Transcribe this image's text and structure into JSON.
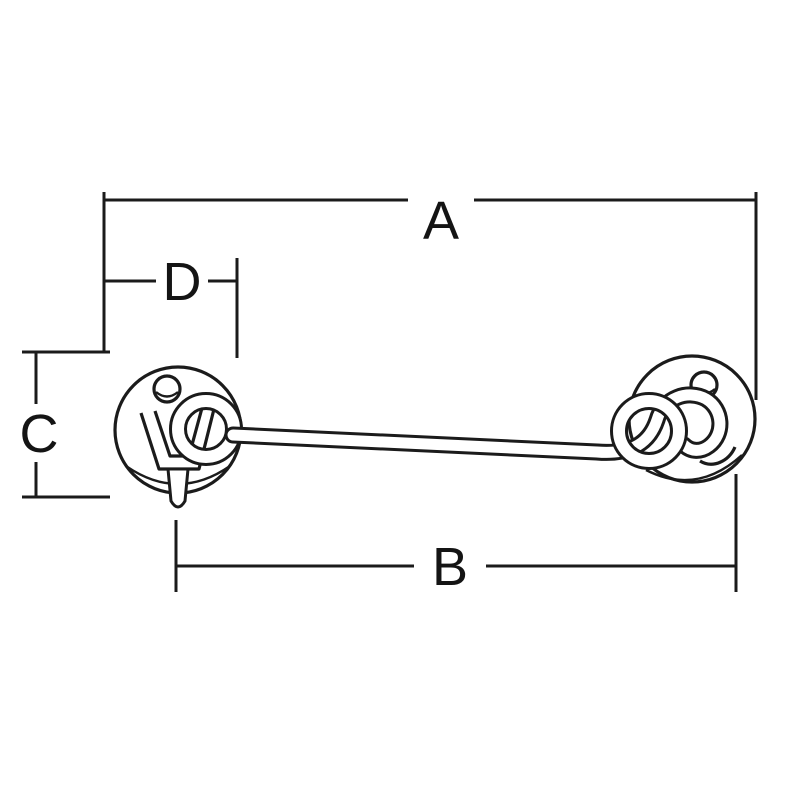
{
  "colors": {
    "ink": "#1b1b1b",
    "background": "#ffffff"
  },
  "dimension_labels": {
    "a": "A",
    "b": "B",
    "c": "C",
    "d": "D"
  }
}
